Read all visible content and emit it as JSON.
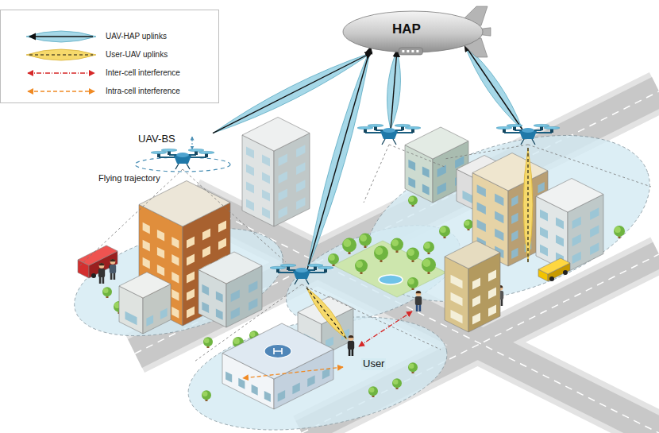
{
  "diagram": {
    "nodes": [
      {
        "text": [
          "HAP"
        ]
      },
      {
        "text": [
          "UAV-BS"
        ]
      }
    ],
    "edges": [
      {
        "from": 1,
        "to": 0,
        "arrow": "to"
      }
    ],
    "labels": [
      "Flying trajectory",
      "User"
    ],
    "legend": [
      {
        "text": "UAV-HAP uplinks"
      },
      {
        "text": "User-UAV uplinks"
      },
      {
        "text": "Inter-cell interference"
      },
      {
        "text": "Intra-cell interference"
      }
    ]
  }
}
